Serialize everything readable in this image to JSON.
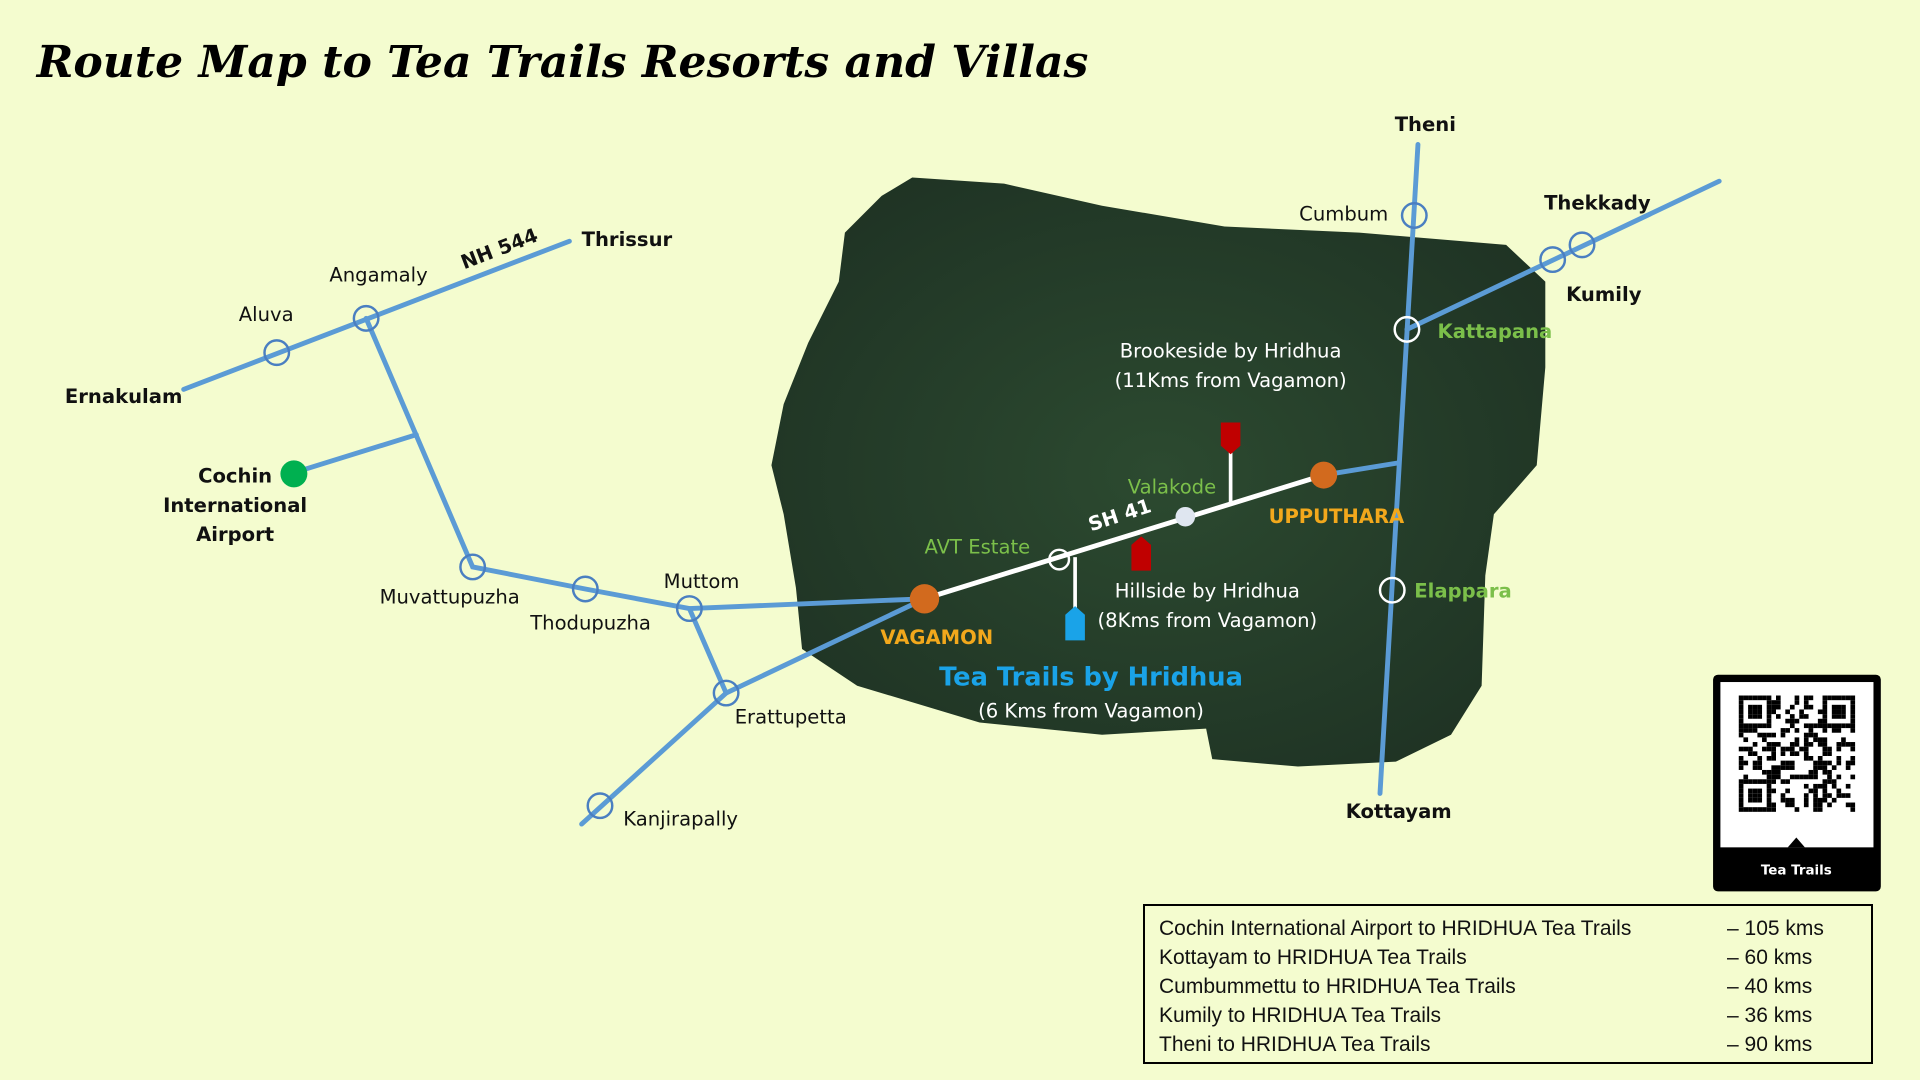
{
  "title": "Route Map to Tea Trails Resorts and Villas",
  "road_labels": {
    "nh": "NH 544",
    "sh": "SH 41"
  },
  "places": {
    "thrissur": "Thrissur",
    "angamaly": "Angamaly",
    "aluva": "Aluva",
    "ernakulam": "Ernakulam",
    "airport_1": "Cochin",
    "airport_2": "International",
    "airport_3": "Airport",
    "muvattupuzha": "Muvattupuzha",
    "thodupuzha": "Thodupuzha",
    "muttom": "Muttom",
    "erattupetta": "Erattupetta",
    "kanjirapally": "Kanjirapally",
    "vagamon": "VAGAMON",
    "avt": "AVT Estate",
    "valakode": "Valakode",
    "upputhara": "UPPUTHARA",
    "theni": "Theni",
    "cumbum": "Cumbum",
    "thekkady": "Thekkady",
    "kumily": "Kumily",
    "kattapana": "Kattapana",
    "elappara": "Elappara",
    "kottayam": "Kottayam"
  },
  "resorts": {
    "brookeside_name": "Brookeside by Hridhua",
    "brookeside_dist": "(11Kms from Vagamon)",
    "hillside_name": "Hillside by Hridhua",
    "hillside_dist": "(8Kms from Vagamon)",
    "teatrails_name": "Tea Trails by Hridhua",
    "teatrails_dist": "(6 Kms from Vagamon)"
  },
  "qr": {
    "label": "Tea Trails"
  },
  "distances": [
    {
      "route": "Cochin International Airport to HRIDHUA Tea Trails",
      "dist": "– 105 kms"
    },
    {
      "route": "Kottayam to HRIDHUA Tea Trails",
      "dist": "– 60 kms"
    },
    {
      "route": "Cumbummettu to HRIDHUA Tea Trails",
      "dist": "– 40 kms"
    },
    {
      "route": "Kumily to HRIDHUA Tea Trails",
      "dist": "– 36 kms"
    },
    {
      "route": "Theni to HRIDHUA Tea Trails",
      "dist": "– 90 kms"
    }
  ],
  "colors": {
    "road": "#5b9bd5",
    "background": "#f4fccf",
    "vagamon": "#d26a1e",
    "resort_blue": "#1aa3e8",
    "resort_red": "#c00000",
    "airport": "#00b050"
  }
}
